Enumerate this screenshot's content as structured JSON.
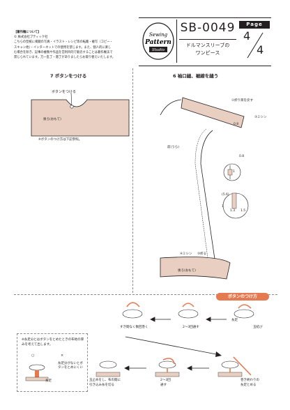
{
  "copyright": {
    "title": "【著作権について】",
    "lines": [
      "© 株式会社ブティック社",
      "こちらの型紙に掲載の写真・イラスト・レシピ等の転載・複写（コピー・",
      "スキャン他）・インターネットでの使用を禁じます。また、個人的に楽し",
      "む場合を除き、記事の複製や作品を営利目的で販売することは著作権法で",
      "禁じられています。万一乱丁・落丁がありましたらお取り替えいたします。"
    ]
  },
  "logo": {
    "line1": "Sewing",
    "line2": "Pattern",
    "line3": "Studio"
  },
  "header": {
    "code": "SB-0049",
    "subtitle_line1": "ドルマンスリーブの",
    "subtitle_line2": "ワンピース"
  },
  "page": {
    "label": "Page",
    "current": "4",
    "total": "4"
  },
  "left_section": {
    "title": "7 ボタンをつける",
    "button_label": "ボタンをつける",
    "back_label": "後ろ(おもて)",
    "note": "※ボタンのつけ方は下記参照。"
  },
  "right_section": {
    "title": "6 袖口縫、裾線を縫う",
    "fold_label_1": "①折り目を戻す",
    "stitch_label_1": "③ミシン",
    "dim_08": "0.8",
    "front_label": "前(うら)",
    "detail_a": {
      "d1": "0.8",
      "d2": "1"
    },
    "detail_b": {
      "cap": "(5.6)",
      "d1": "1",
      "d2": "1.3",
      "d3": "1.5"
    },
    "stitch_label_2": "④ミシン",
    "fold_label_2": "③折る",
    "back_label": "後ろ(おもて)"
  },
  "button_steps": {
    "badge": "ボタンのつけ方",
    "step_knot": "玉結び",
    "step_thread": "糸足",
    "step_twice": "2〜3回通す",
    "step_wrap": "すき間なく数回巻く",
    "step_repeat": "2〜3回\n通す",
    "step_wind": "巻き終わりの\n糸足とめる",
    "step_final": "玉止めをし、布の間に\n引き込み糸を切る",
    "note_title": "※糸足分とはボタンをとめたときの布地の厚みを考えて出します。",
    "good": "○",
    "bad": "×",
    "bad_desc": "糸足分がないとボタンをとめにくい",
    "thread_label": "糸足"
  },
  "colors": {
    "skin": "#e8cfc1",
    "accent": "#e5794f",
    "ink": "#231f20"
  }
}
